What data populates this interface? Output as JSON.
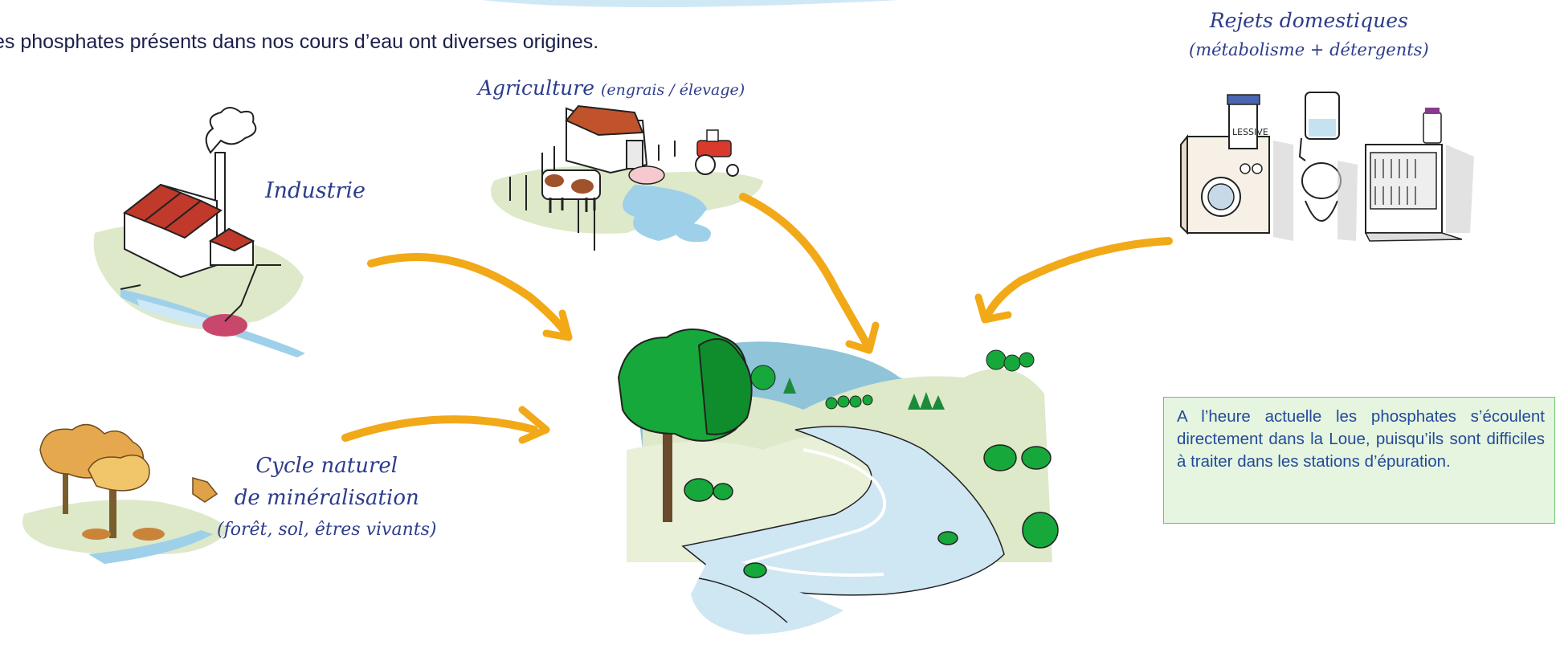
{
  "intro_text": "es phosphates présents dans nos cours d’eau ont diverses origines.",
  "sources": {
    "industrie": "Industrie",
    "agriculture": "Agriculture",
    "agriculture_detail": "(engrais / élevage)",
    "rejets_title": "Rejets domestiques",
    "rejets_detail": "(métabolisme + détergents)",
    "cycle_line1": "Cycle naturel",
    "cycle_line2": "de minéralisation",
    "cycle_line3": "(forêt, sol, êtres vivants)"
  },
  "info_box": "A l’heure actuelle les phosphates s’écoulent directement dans la Loue, puisqu’ils sont difficiles à traiter dans les stations d’épuration.",
  "illustration_text": {
    "lessive_label": "LESSIVE"
  },
  "colors": {
    "arrow": "#f2a918",
    "label_blue": "#2c3c8c",
    "box_border": "#6cc36c",
    "box_fill": "#e5f5e0",
    "water": "#9fd0ea",
    "grass": "#dde9c9",
    "tree_green": "#16a83a",
    "roof_red": "#c0392b"
  }
}
